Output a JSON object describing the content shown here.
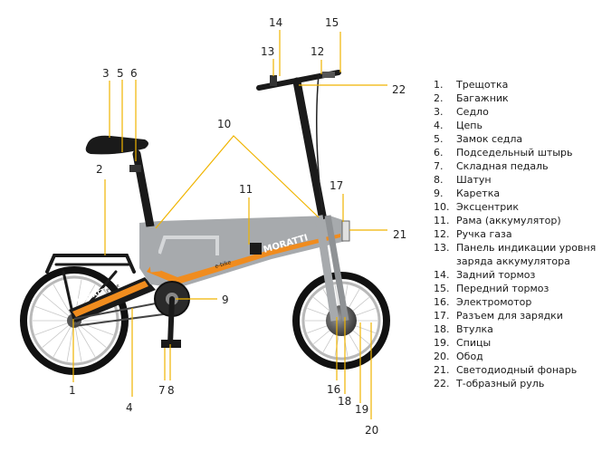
{
  "brand": {
    "name": "MORATTI",
    "model": "e-bike"
  },
  "colors": {
    "leader": "#f0b400",
    "frame": "#a7aaad",
    "accent": "#f08c1e",
    "dark": "#222222",
    "tire": "#111111"
  },
  "callouts": [
    {
      "id": "c1",
      "label": "1"
    },
    {
      "id": "c2",
      "label": "2"
    },
    {
      "id": "c3",
      "label": "3"
    },
    {
      "id": "c4",
      "label": "4"
    },
    {
      "id": "c5",
      "label": "5"
    },
    {
      "id": "c6",
      "label": "6"
    },
    {
      "id": "c7",
      "label": "7"
    },
    {
      "id": "c8",
      "label": "8"
    },
    {
      "id": "c9",
      "label": "9"
    },
    {
      "id": "c10",
      "label": "10"
    },
    {
      "id": "c11",
      "label": "11"
    },
    {
      "id": "c12",
      "label": "12"
    },
    {
      "id": "c13",
      "label": "13"
    },
    {
      "id": "c14",
      "label": "14"
    },
    {
      "id": "c15",
      "label": "15"
    },
    {
      "id": "c16",
      "label": "16"
    },
    {
      "id": "c17",
      "label": "17"
    },
    {
      "id": "c18",
      "label": "18"
    },
    {
      "id": "c19",
      "label": "19"
    },
    {
      "id": "c20",
      "label": "20"
    },
    {
      "id": "c21",
      "label": "21"
    },
    {
      "id": "c22",
      "label": "22"
    }
  ],
  "legend": [
    {
      "num": "1.",
      "text": "Трещотка"
    },
    {
      "num": "2.",
      "text": "Багажник"
    },
    {
      "num": "3.",
      "text": "Седло"
    },
    {
      "num": "4.",
      "text": "Цепь"
    },
    {
      "num": "5.",
      "text": "Замок седла"
    },
    {
      "num": "6.",
      "text": "Подседельный штырь"
    },
    {
      "num": "7.",
      "text": "Складная педаль"
    },
    {
      "num": "8.",
      "text": "Шатун"
    },
    {
      "num": "9.",
      "text": "Каретка"
    },
    {
      "num": "10.",
      "text": "Эксцентрик"
    },
    {
      "num": "11.",
      "text": "Рама (аккумулятор)"
    },
    {
      "num": "12.",
      "text": "Ручка газа"
    },
    {
      "num": "13.",
      "text": "Панель индикации уровня заряда аккумулятора"
    },
    {
      "num": "14.",
      "text": "Задний тормоз"
    },
    {
      "num": "15.",
      "text": "Передний тормоз"
    },
    {
      "num": "16.",
      "text": "Электромотор"
    },
    {
      "num": "17.",
      "text": "Разъем для зарядки"
    },
    {
      "num": "18.",
      "text": "Втулка"
    },
    {
      "num": "19.",
      "text": "Спицы"
    },
    {
      "num": "20.",
      "text": "Обод"
    },
    {
      "num": "21.",
      "text": "Светодиодный фонарь"
    },
    {
      "num": "22.",
      "text": "Т-образный руль"
    }
  ]
}
